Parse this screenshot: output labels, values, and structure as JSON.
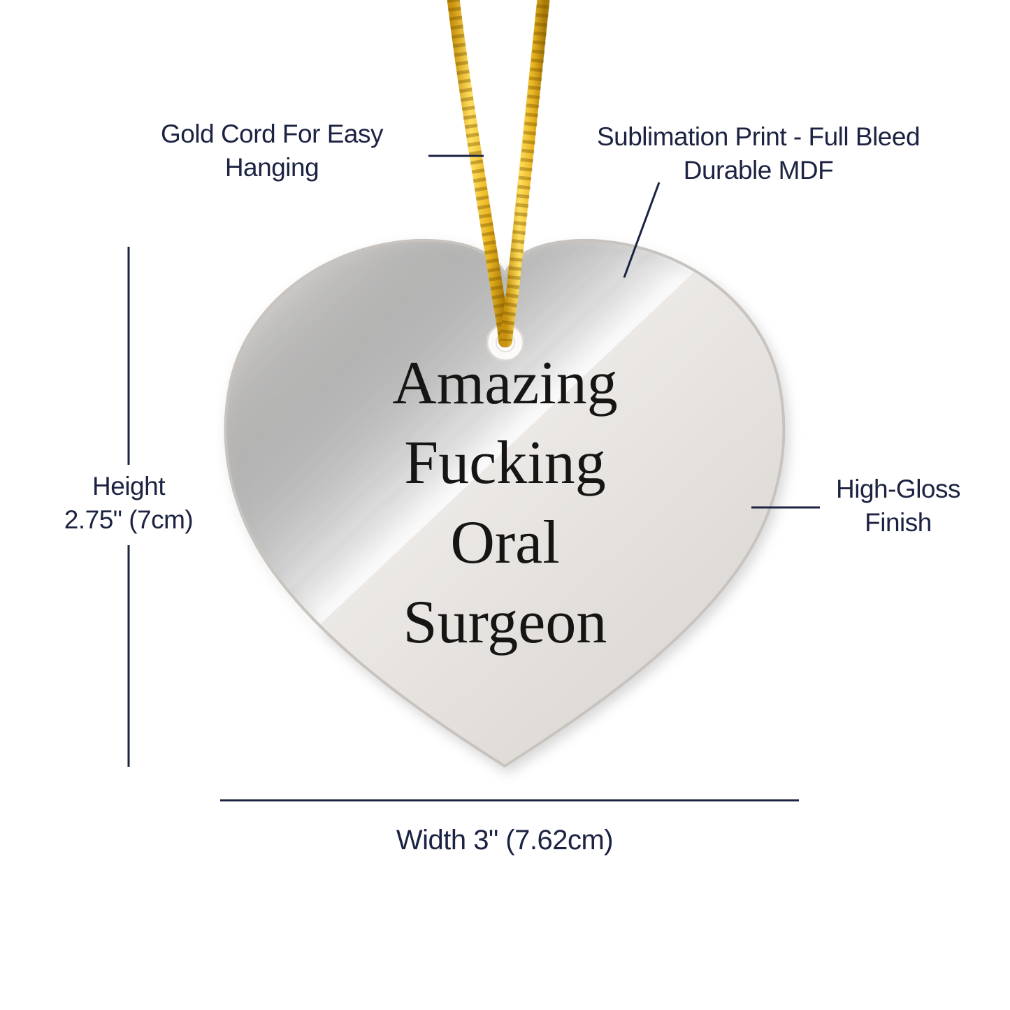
{
  "product": {
    "engraving_lines": [
      "Amazing",
      "Fucking",
      "Oral",
      "Surgeon"
    ],
    "shape": "heart-ornament",
    "colors": {
      "heart_surface": "#ebe8e5",
      "heart_edge": "#c8c3be",
      "cord_gold": "#e9b41f",
      "cord_gold_highlight": "#ffdf5e",
      "cord_gold_shadow": "#7a5500",
      "engraving_text": "#171513"
    }
  },
  "annotations": {
    "accent_color": "#1c2342",
    "gold_cord": {
      "lines": [
        "Gold Cord For Easy",
        "Hanging"
      ]
    },
    "sublimation": {
      "lines": [
        "Sublimation Print - Full Bleed",
        "Durable MDF"
      ]
    },
    "height": {
      "lines": [
        "Height",
        "2.75\" (7cm)"
      ]
    },
    "high_gloss": {
      "lines": [
        "High-Gloss",
        "Finish"
      ]
    },
    "width": {
      "label": "Width 3\" (7.62cm)"
    }
  }
}
